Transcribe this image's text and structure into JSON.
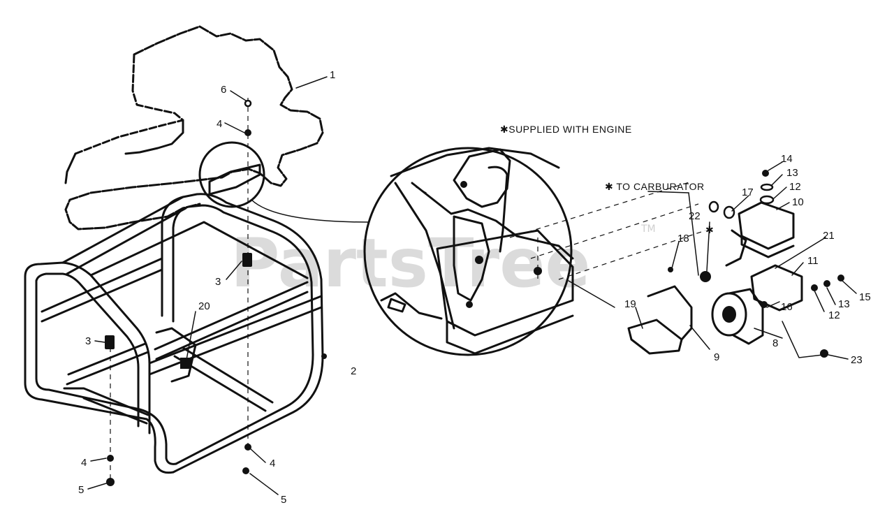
{
  "watermark": {
    "text": "PartsTree",
    "trademark": "TM"
  },
  "notes": {
    "supplied": "✱SUPPLIED  WITH ENGINE",
    "to_carburator": "✱ TO CARBURATOR",
    "asterisk": "✱"
  },
  "callouts": {
    "c1": "1",
    "c2": "2",
    "c3a": "3",
    "c3b": "3",
    "c4a": "4",
    "c4b": "4",
    "c4c": "4",
    "c5a": "5",
    "c5b": "5",
    "c6": "6",
    "c8": "8",
    "c9": "9",
    "c10": "10",
    "c11": "11",
    "c12a": "12",
    "c12b": "12",
    "c13a": "13",
    "c13b": "13",
    "c14": "14",
    "c15": "15",
    "c16": "16",
    "c17": "17",
    "c18": "18",
    "c19": "19",
    "c20": "20",
    "c21": "21",
    "c22": "22",
    "c23": "23"
  }
}
